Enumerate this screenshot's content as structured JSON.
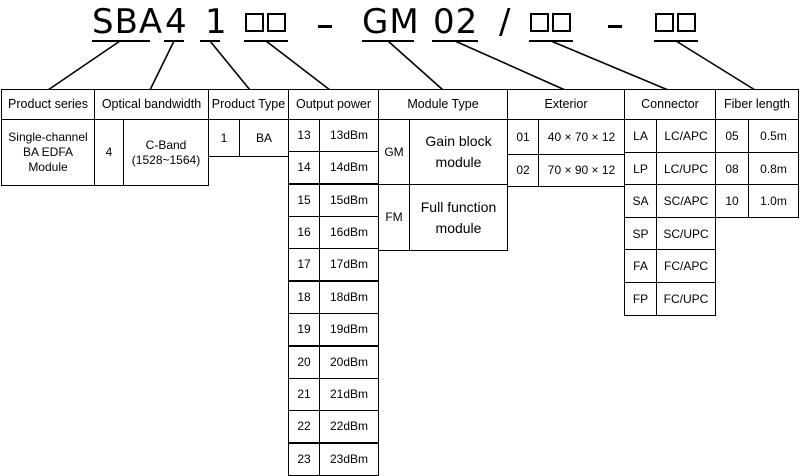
{
  "code": {
    "series": "SBA",
    "bandwidth": "4",
    "type": "1",
    "module": "GM",
    "exterior": "02",
    "slash": "/"
  },
  "headers": {
    "series": "Product series",
    "bandwidth": "Optical bandwidth",
    "type": "Product Type",
    "power": "Output power",
    "module": "Module Type",
    "exterior": "Exterior",
    "connector": "Connector",
    "fiber": "Fiber length"
  },
  "series": {
    "lines": [
      "Single-channel",
      "BA EDFA",
      "Module"
    ]
  },
  "bandwidth": {
    "code": "4",
    "name": "C-Band",
    "range": "(1528~1564)"
  },
  "product_type": {
    "code": "1",
    "name": "BA"
  },
  "output_power": [
    {
      "code": "13",
      "value": "13dBm"
    },
    {
      "code": "14",
      "value": "14dBm"
    },
    {
      "code": "15",
      "value": "15dBm"
    },
    {
      "code": "16",
      "value": "16dBm"
    },
    {
      "code": "17",
      "value": "17dBm"
    },
    {
      "code": "18",
      "value": "18dBm"
    },
    {
      "code": "19",
      "value": "19dBm"
    },
    {
      "code": "20",
      "value": "20dBm"
    },
    {
      "code": "21",
      "value": "21dBm"
    },
    {
      "code": "22",
      "value": "22dBm"
    },
    {
      "code": "23",
      "value": "23dBm"
    }
  ],
  "module_type": [
    {
      "code": "GM",
      "line1": "Gain block",
      "line2": "module"
    },
    {
      "code": "FM",
      "line1": "Full function",
      "line2": "module"
    }
  ],
  "exterior": [
    {
      "code": "01",
      "value": "40 × 70 × 12"
    },
    {
      "code": "02",
      "value": "70 × 90 × 12"
    }
  ],
  "connector": [
    {
      "code": "LA",
      "value": "LC/APC"
    },
    {
      "code": "LP",
      "value": "LC/UPC"
    },
    {
      "code": "SA",
      "value": "SC/APC"
    },
    {
      "code": "SP",
      "value": "SC/UPC"
    },
    {
      "code": "FA",
      "value": "FC/APC"
    },
    {
      "code": "FP",
      "value": "FC/UPC"
    }
  ],
  "fiber_length": [
    {
      "code": "05",
      "value": "0.5m"
    },
    {
      "code": "08",
      "value": "0.8m"
    },
    {
      "code": "10",
      "value": "1.0m"
    }
  ]
}
